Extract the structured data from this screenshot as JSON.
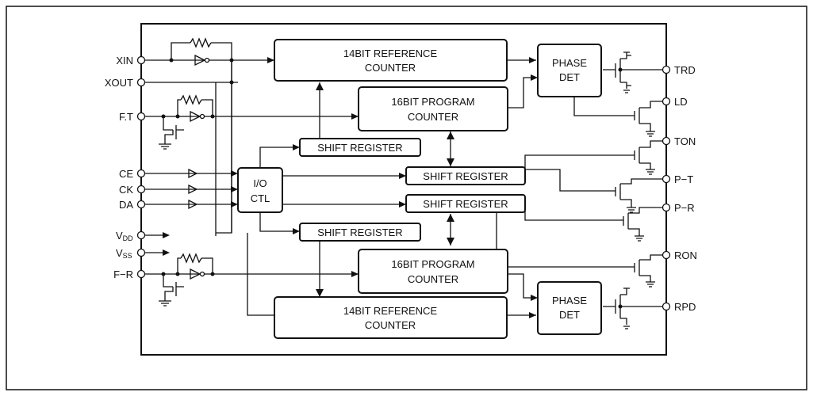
{
  "pins_left": {
    "xin": "XIN",
    "xout": "XOUT",
    "ft": "F.T",
    "ce": "CE",
    "ck": "CK",
    "da": "DA",
    "vdd_main": "V",
    "vdd_sub": "DD",
    "vss_main": "V",
    "vss_sub": "SS",
    "fr": "F−R"
  },
  "pins_right": {
    "trd": "TRD",
    "ld": "LD",
    "ton": "TON",
    "pt": "P−T",
    "pr": "P−R",
    "ron": "RON",
    "rpd": "RPD"
  },
  "blocks": {
    "ref_counter_top": [
      "14BIT REFERENCE",
      "COUNTER"
    ],
    "prog_counter_top": [
      "16BIT PROGRAM",
      "COUNTER"
    ],
    "phase_det_top": [
      "PHASE",
      "DET"
    ],
    "shift_reg_1": "SHIFT REGISTER",
    "io_ctl": [
      "I/O",
      "CTL"
    ],
    "shift_reg_2": "SHIFT REGISTER",
    "shift_reg_3": "SHIFT REGISTER",
    "shift_reg_4": "SHIFT REGISTER",
    "prog_counter_bottom": [
      "16BIT PROGRAM",
      "COUNTER"
    ],
    "phase_det_bottom": [
      "PHASE",
      "DET"
    ],
    "ref_counter_bottom": [
      "14BIT REFERENCE",
      "COUNTER"
    ]
  }
}
